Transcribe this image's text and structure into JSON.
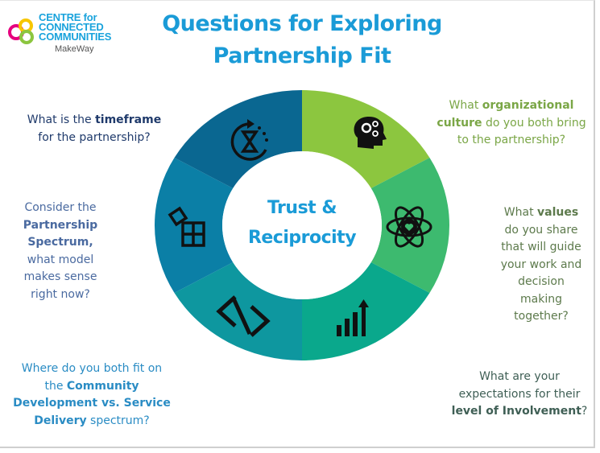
{
  "logo": {
    "line1": "CENTRE for",
    "line2": "CONNECTED",
    "line3": "COMMUNITIES",
    "sub": "MakeWay"
  },
  "title": {
    "line1": "Questions for Exploring",
    "line2": "Partnership Fit"
  },
  "center": {
    "line1": "Trust &",
    "line2": "Reciprocity"
  },
  "colors": {
    "title": "#1a9bd7",
    "seg_culture": "#8cc63f",
    "seg_values": "#3dba6f",
    "seg_involvement": "#0aa88c",
    "seg_spectrum": "#0e979f",
    "seg_partnership": "#0b7fa6",
    "seg_timeframe": "#0a6791"
  },
  "segments": [
    {
      "name": "culture",
      "icon": "head-gears-icon"
    },
    {
      "name": "values",
      "icon": "atom-heart-icon"
    },
    {
      "name": "involvement",
      "icon": "bar-chart-arrow-icon"
    },
    {
      "name": "spectrum",
      "icon": "chevrons-icon"
    },
    {
      "name": "partnership",
      "icon": "puzzle-icon"
    },
    {
      "name": "timeframe",
      "icon": "hourglass-cycle-icon"
    }
  ],
  "questions": {
    "timeframe": {
      "a": "What is the ",
      "b": "timeframe",
      "c": " for the partnership?"
    },
    "partnership": {
      "a": "Consider the ",
      "b": "Partnership Spectrum,",
      "c": " what model makes sense right now?"
    },
    "spectrum": {
      "a": "Where do you both fit on the ",
      "b": "Community Development vs. Service Delivery",
      "c": " spectrum?"
    },
    "culture": {
      "a": "What ",
      "b": "organizational culture",
      "c": " do you both bring to the partnership?"
    },
    "values": {
      "a": "What ",
      "b": "values",
      "c": " do you share that will guide your work and decision making together?"
    },
    "involvement": {
      "a": "What are your expectations for their ",
      "b": "level of Involvement",
      "c": "?"
    }
  }
}
